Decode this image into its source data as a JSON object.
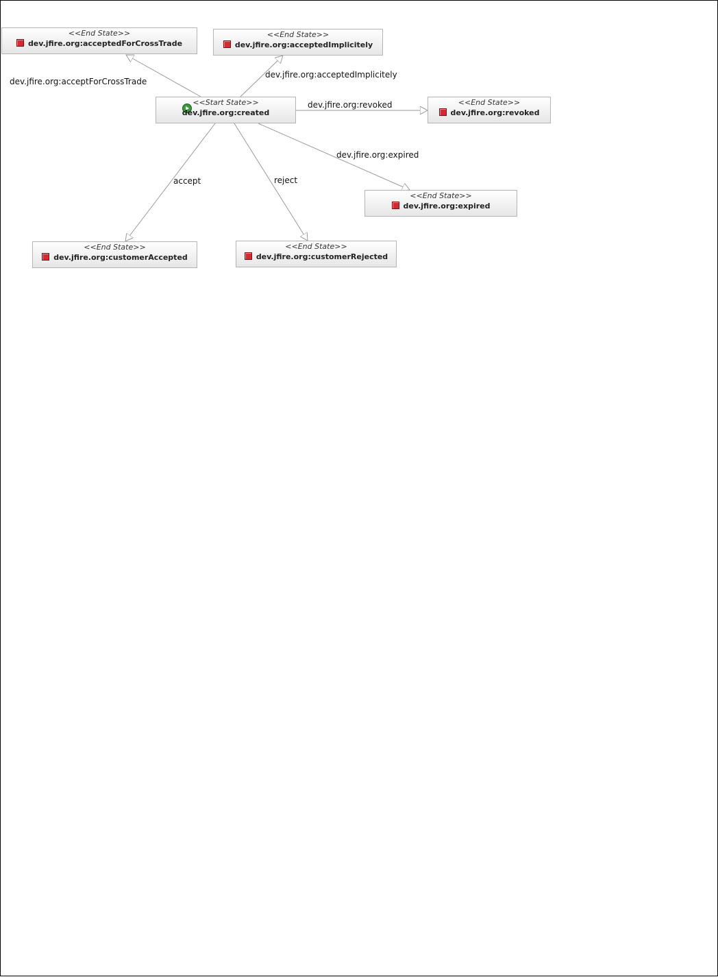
{
  "nodes": {
    "created": {
      "stereotype": "<<Start State>>",
      "name": "dev.jfire.org:created"
    },
    "acceptedForCrossTrade": {
      "stereotype": "<<End State>>",
      "name": "dev.jfire.org:acceptedForCrossTrade"
    },
    "acceptedImplicitely": {
      "stereotype": "<<End State>>",
      "name": "dev.jfire.org:acceptedImplicitely"
    },
    "revoked": {
      "stereotype": "<<End State>>",
      "name": "dev.jfire.org:revoked"
    },
    "expired": {
      "stereotype": "<<End State>>",
      "name": "dev.jfire.org:expired"
    },
    "customerAccepted": {
      "stereotype": "<<End State>>",
      "name": "dev.jfire.org:customerAccepted"
    },
    "customerRejected": {
      "stereotype": "<<End State>>",
      "name": "dev.jfire.org:customerRejected"
    }
  },
  "edges": {
    "acceptForCrossTrade": "dev.jfire.org:acceptForCrossTrade",
    "acceptedImplicitely": "dev.jfire.org:acceptedImplicitely",
    "revoked": "dev.jfire.org:revoked",
    "expired": "dev.jfire.org:expired",
    "accept": "accept",
    "reject": "reject"
  },
  "colors": {
    "edge": "#999999",
    "node_border": "#b4b4b4",
    "end_icon": "#d42a32",
    "start_icon": "#3a9a3a"
  }
}
